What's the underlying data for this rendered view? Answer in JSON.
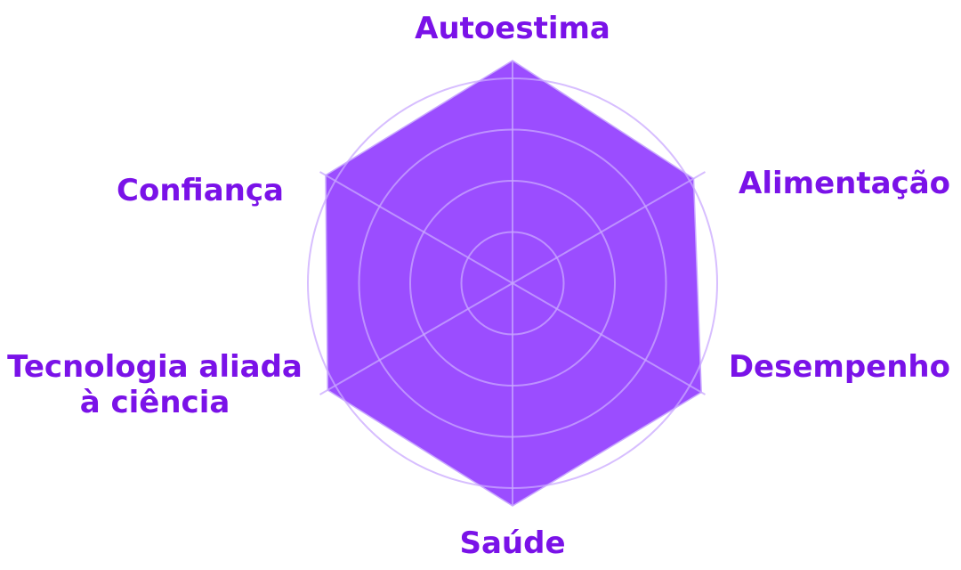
{
  "chart_data": {
    "type": "radar",
    "categories": [
      "Autoestima",
      "Alimentação",
      "Desempenho",
      "Saúde",
      "Tecnologia aliada\nà ciência",
      "Confiança"
    ],
    "label_lines": [
      [
        "Autoestima"
      ],
      [
        "Alimentação"
      ],
      [
        "Desempenho"
      ],
      [
        "Saúde"
      ],
      [
        "Tecnologia aliada",
        "à ciência"
      ],
      [
        "Confiança"
      ]
    ],
    "values": [
      100,
      94,
      98,
      100,
      96,
      97
    ],
    "rlim": [
      0,
      100
    ],
    "grid": true,
    "ring_count": 4,
    "fill_color": "#9b4dff",
    "grid_color": "#c9a8ff",
    "label_color": "#7a12e8",
    "legend": "none"
  }
}
